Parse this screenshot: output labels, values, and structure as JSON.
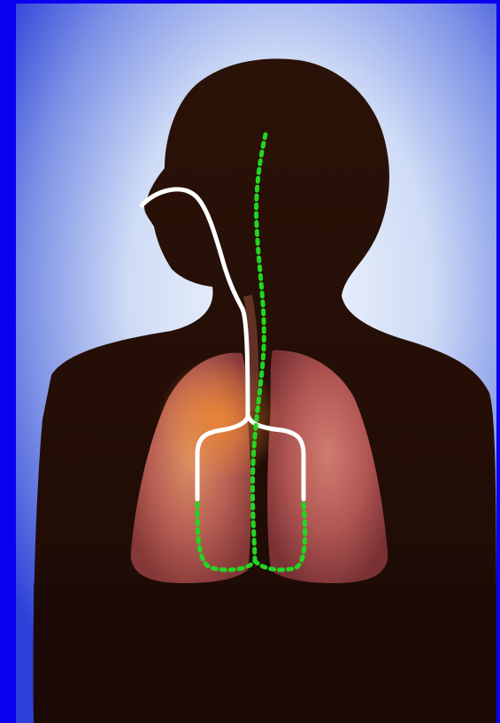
{
  "image": {
    "subject": "person-silhouette-with-lungs",
    "frame_color": "#0a00f0",
    "backdrop_center_color": "#dfe9fb",
    "backdrop_edge_color": "#2d40d8",
    "silhouette_color": "#2a1208",
    "lung_color": "#c96a5a",
    "throat_glow_color": "#e07a30"
  },
  "overlay_paths": [
    {
      "id": "airflow-path",
      "color": "#ffffff",
      "style": "solid"
    },
    {
      "id": "airflow-path-dotted",
      "color": "#22d622",
      "style": "dotted"
    }
  ]
}
